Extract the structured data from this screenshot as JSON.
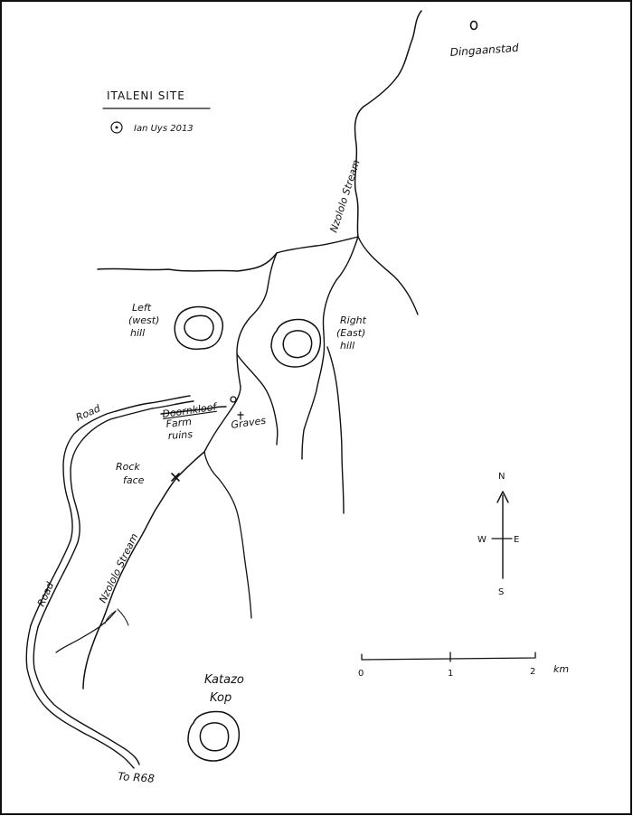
{
  "legend": {
    "title": "ITALENI SITE",
    "author": "Ian Uys 2013"
  },
  "places": {
    "dingaanstad": "Dingaanstad",
    "left_hill": [
      "Left",
      "(west)",
      "hill"
    ],
    "right_hill": [
      "Right",
      "(East)",
      "hill"
    ],
    "doornkloof": [
      "Doornkloof",
      "Farm",
      "ruins"
    ],
    "graves": "Graves",
    "rock_face": [
      "Rock",
      "face"
    ],
    "katazo_kop": [
      "Katazo",
      "Kop"
    ],
    "to_r68": "To R68"
  },
  "streams": {
    "upper": "Nzololo Stream",
    "lower": "Nzololo Stream"
  },
  "roads": {
    "upper": "Road",
    "lower": "Road"
  },
  "compass": {
    "n": "N",
    "s": "S",
    "e": "E",
    "w": "W"
  },
  "scale": {
    "ticks": [
      "0",
      "1",
      "2"
    ],
    "unit": "km"
  }
}
